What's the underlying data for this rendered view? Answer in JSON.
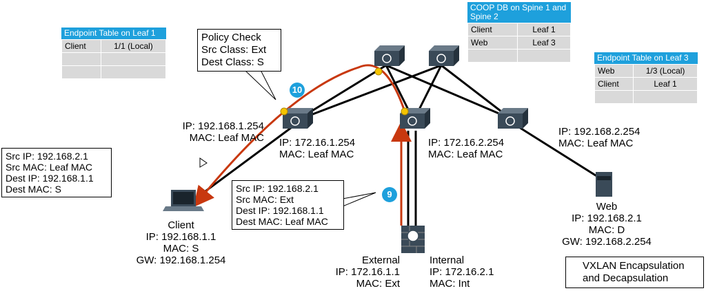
{
  "tables": {
    "leaf1": {
      "title": "Endpoint Table on Leaf 1",
      "rows": [
        [
          "Client",
          "1/1 (Local)"
        ],
        [
          "",
          ""
        ],
        [
          "",
          ""
        ]
      ]
    },
    "coop": {
      "title": "COOP DB on Spine 1 and Spine 2",
      "rows": [
        [
          "Client",
          "Leaf 1"
        ],
        [
          "Web",
          "Leaf 3"
        ],
        [
          "",
          ""
        ]
      ]
    },
    "leaf3": {
      "title": "Endpoint Table on Leaf 3",
      "rows": [
        [
          "Web",
          "1/3 (Local)"
        ],
        [
          "Client",
          "Leaf 1"
        ],
        [
          "",
          ""
        ]
      ]
    }
  },
  "callouts": {
    "policy": [
      "Policy Check",
      "Src Class: Ext",
      "Dest Class: S"
    ],
    "return_packet": [
      "Src IP: 192.168.2.1",
      "Src MAC: Leaf MAC",
      "Dest IP: 192.168.1.1",
      "Dest MAC: S"
    ],
    "incoming_packet": [
      "Src IP: 192.168.2.1",
      "Src MAC: Ext",
      "Dest IP: 192.168.1.1",
      "Dest MAC: Leaf MAC"
    ]
  },
  "steps": {
    "step9": "9",
    "step10": "10"
  },
  "labels": {
    "leaf1_left": [
      "IP: 192.168.1.254",
      "MAC: Leaf MAC"
    ],
    "leaf1_right": [
      "IP: 172.16.1.254",
      "MAC: Leaf MAC"
    ],
    "leaf2": [
      "IP: 172.16.2.254",
      "MAC: Leaf MAC"
    ],
    "leaf3": [
      "IP: 192.168.2.254",
      "MAC: Leaf MAC"
    ],
    "client": [
      "Client",
      "IP: 192.168.1.1",
      "MAC: S",
      "GW: 192.168.1.254"
    ],
    "web": [
      "Web",
      "IP: 192.168.2.1",
      "MAC: D",
      "GW: 192.168.2.254"
    ],
    "fw_external": [
      "External",
      "IP: 172.16.1.1",
      "MAC: Ext"
    ],
    "fw_internal": [
      "Internal",
      "IP: 172.16.2.1",
      "MAC: Int"
    ]
  },
  "legend": {
    "text": [
      "VXLAN Encapsulation",
      "and Decapsulation"
    ]
  },
  "colors": {
    "accent_blue": "#1ea0dc",
    "path_red": "#c8380f",
    "vxlan_yellow": "#f5c400",
    "table_gray": "#d9d9d9"
  }
}
